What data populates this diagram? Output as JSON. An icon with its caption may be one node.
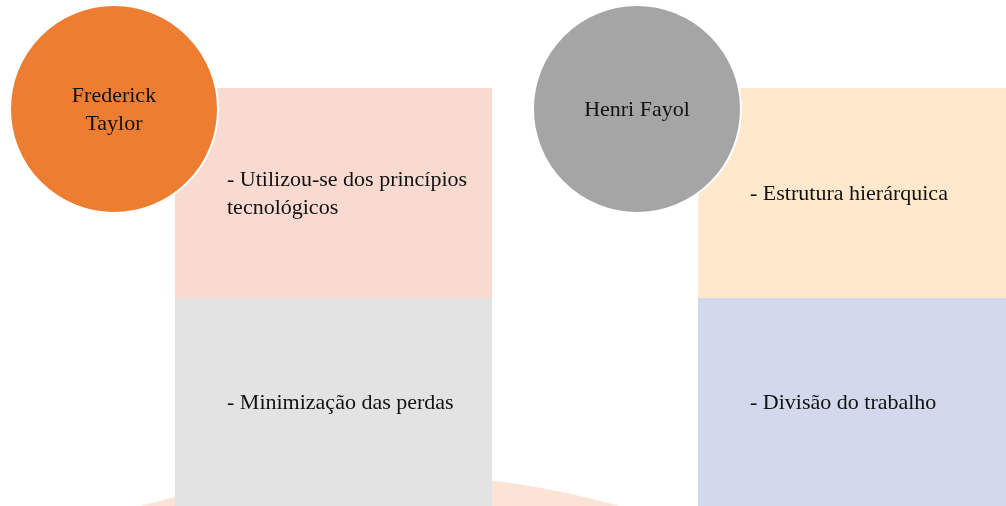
{
  "diagram": {
    "nodes": [
      {
        "text": [
          "Frederick Taylor"
        ]
      },
      {
        "text": [
          "- Utilizou-se dos princípios tecnológicos"
        ]
      },
      {
        "text": [
          "- Minimização das perdas"
        ]
      },
      {
        "text": [
          "Henri Fayol"
        ]
      },
      {
        "text": [
          "- Estrutura hierárquica"
        ]
      },
      {
        "text": [
          "- Divisão do trabalho"
        ]
      }
    ]
  }
}
